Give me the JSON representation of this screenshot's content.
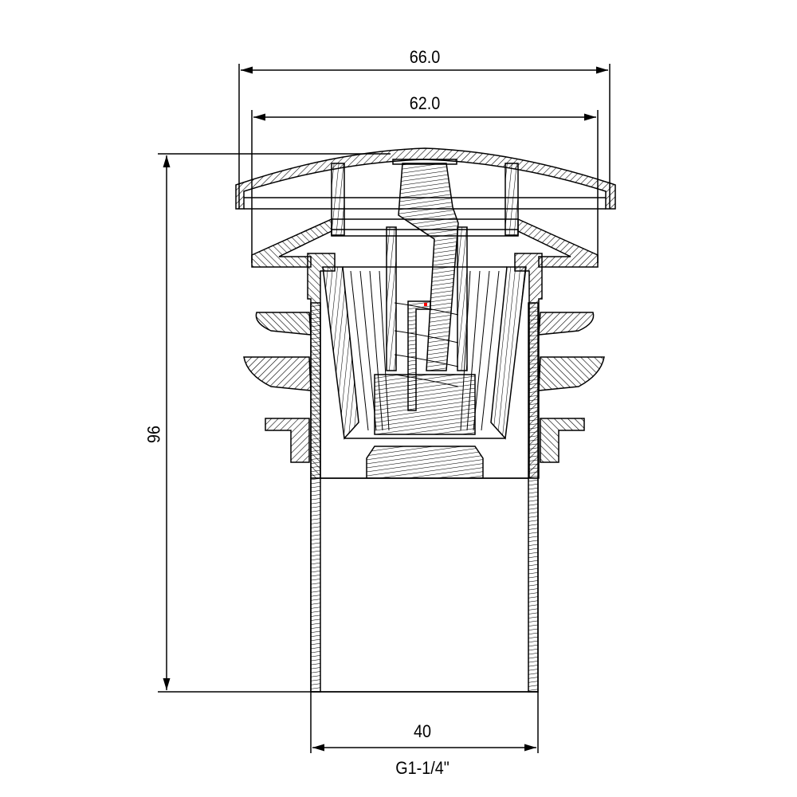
{
  "dimensions": {
    "overall_cap_width": "66.0",
    "cap_inner_width": "62.0",
    "overall_height": "96",
    "thread_diameter": "40",
    "thread_spec": "G1-1/4\""
  },
  "colors": {
    "line": "#000000",
    "background": "#ffffff",
    "marker": "#ff0000"
  }
}
